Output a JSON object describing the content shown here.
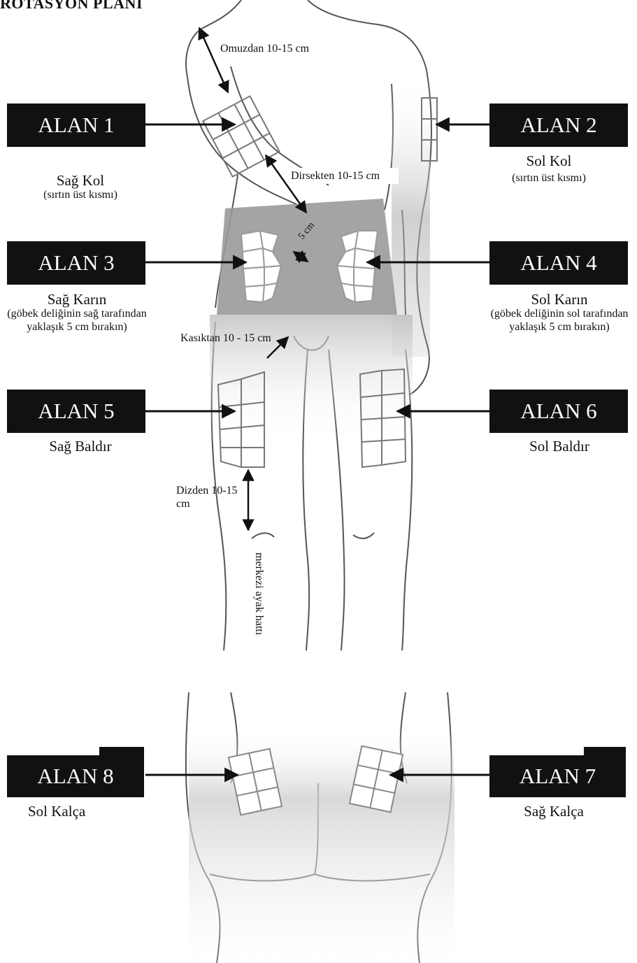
{
  "title": "ROTASYON PLANI",
  "zones": [
    {
      "id": "1",
      "label": "ALAN 1",
      "name": "Sağ Kol",
      "detail": "(sırtın üst kısmı)"
    },
    {
      "id": "2",
      "label": "ALAN 2",
      "name": "Sol Kol",
      "detail": "(sırtın üst kısmı)"
    },
    {
      "id": "3",
      "label": "ALAN 3",
      "name": "Sağ Karın",
      "detail": "(göbek deliğinin sağ tarafından yaklaşık 5 cm bırakın)"
    },
    {
      "id": "4",
      "label": "ALAN 4",
      "name": "Sol Karın",
      "detail": "(göbek deliğinin sol tarafından yaklaşık 5 cm bırakın)"
    },
    {
      "id": "5",
      "label": "ALAN 5",
      "name": "Sağ Baldır",
      "detail": ""
    },
    {
      "id": "6",
      "label": "ALAN 6",
      "name": "Sol Baldır",
      "detail": ""
    },
    {
      "id": "8",
      "label": "ALAN 8",
      "name": "Sol Kalça",
      "detail": ""
    },
    {
      "id": "7",
      "label": "ALAN 7",
      "name": "Sağ Kalça",
      "detail": ""
    }
  ],
  "annotations": {
    "shoulder": "Omuzdan 10-15 cm",
    "elbow": "Dirsekten 10-15 cm",
    "navel": "5 cm",
    "groin": "Kasıktan 10 - 15 cm",
    "knee": "Dizden 10-15 cm",
    "center_line": "merkezi ayak hattı"
  },
  "colors": {
    "box": "#111111",
    "box_text": "#ffffff",
    "shading": "#9a9a9a",
    "outline": "#555555"
  }
}
